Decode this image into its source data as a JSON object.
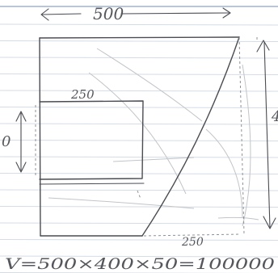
{
  "sketch": {
    "top_width_label": "500",
    "left_height_label": "0",
    "inner_square_top_label": "250",
    "inner_square_left_label": "0",
    "bottom_segment_label": "250",
    "right_height_label": "4",
    "volume_formula": "V=500×400×50=100000"
  },
  "colors": {
    "paper": "#ffffff",
    "ruled_line": "#d4dce6",
    "top_rule": "#9fb3d4",
    "pencil": "#4a4c52",
    "pencil_light": "#8d9097",
    "pencil_faint": "#c2c4c8"
  }
}
